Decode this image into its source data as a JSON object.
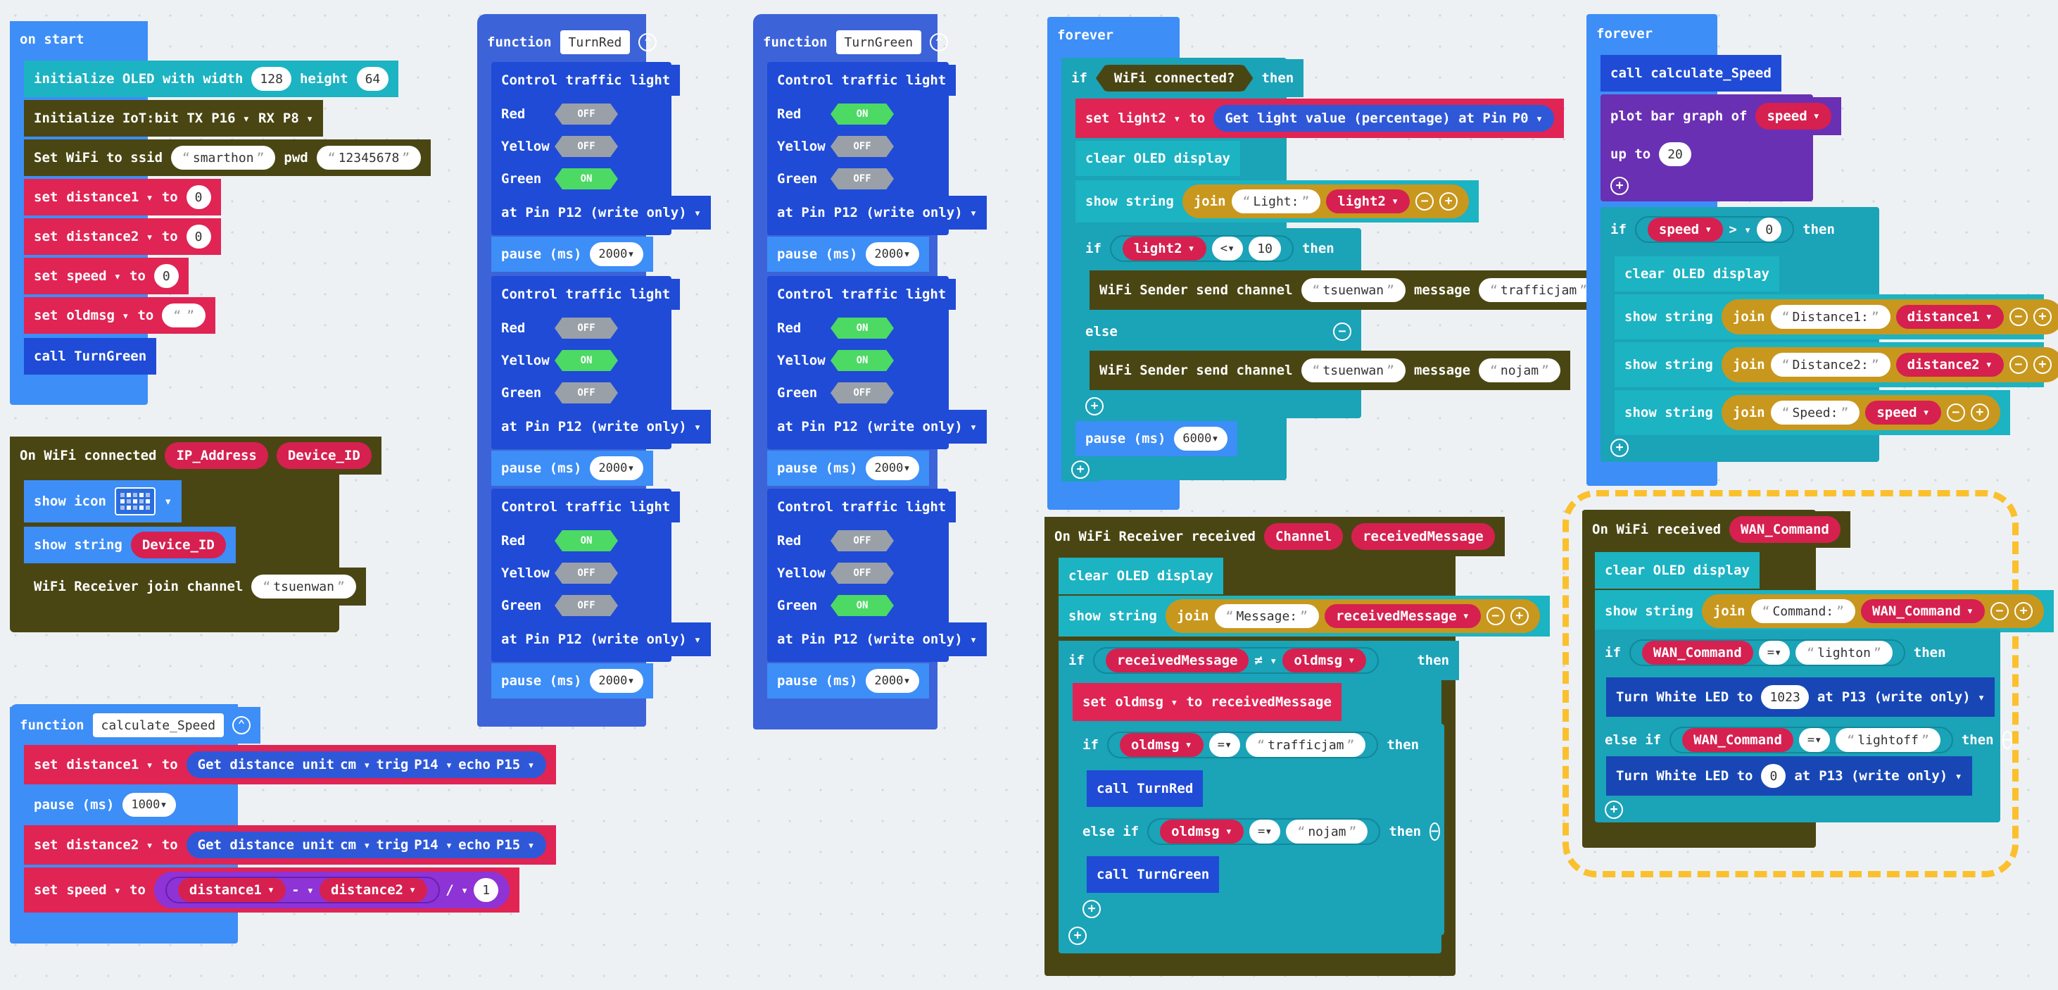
{
  "colors": {
    "event": "#3d8ef7",
    "oled": "#1cb3c2",
    "iot": "#4a4613",
    "varset": "#e02454",
    "variable": "#d62050",
    "functionblk": "#1f4bd6",
    "logic": "#1ba3b8",
    "text": "#c8971d",
    "math": "#8e33d6",
    "led": "#1847b5",
    "sensor": "#2f58d8",
    "graph": "#6a30b3",
    "highlight": "#fbc02d"
  },
  "common": {
    "set": "set",
    "to": "to",
    "if": "if",
    "then": "then",
    "else": "else",
    "else_if": "else if",
    "join": "join",
    "show_string": "show string",
    "clear_oled": "clear OLED display",
    "call": "call",
    "pause": "pause (ms)",
    "plus": "+",
    "minus": "−",
    "at_pin": "at Pin",
    "pin_p12": "P12 (write only)",
    "control_traffic": "Control traffic light",
    "red": "Red",
    "yellow": "Yellow",
    "green": "Green",
    "on": "ON",
    "off": "OFF",
    "function": "function",
    "forever": "forever"
  },
  "on_start": {
    "header": "on start",
    "oled_init": {
      "text": "initialize OLED with width",
      "width": "128",
      "height_label": "height",
      "height": "64"
    },
    "iot_init": {
      "text": "Initialize IoT:bit TX",
      "tx": "P16",
      "rx_label": "RX",
      "rx": "P8"
    },
    "wifi": {
      "text": "Set WiFi to ssid",
      "ssid": "smarthon",
      "pwd_label": "pwd",
      "pwd": "12345678"
    },
    "vars": [
      {
        "name": "distance1",
        "value": "0"
      },
      {
        "name": "distance2",
        "value": "0"
      },
      {
        "name": "speed",
        "value": "0"
      },
      {
        "name": "oldmsg",
        "value": ""
      }
    ],
    "call": "call TurnGreen"
  },
  "wifi_connected": {
    "header": "On WiFi connected",
    "arg1": "IP_Address",
    "arg2": "Device_ID",
    "show_icon": "show icon",
    "show_string": "show string",
    "var": "Device_ID",
    "join": "WiFi Receiver join channel",
    "channel": "tsuenwan"
  },
  "calc_speed": {
    "name": "calculate_Speed",
    "get_distance": "Get distance unit",
    "unit": "cm",
    "trig": "trig",
    "trig_pin": "P14",
    "echo": "echo",
    "echo_pin": "P15",
    "pause_value": "1000",
    "d1": "distance1",
    "d2": "distance2",
    "speed": "speed",
    "op_minus": "-",
    "op_div": "/",
    "divisor": "1"
  },
  "turn_red": {
    "name": "TurnRed",
    "lights": [
      [
        "OFF",
        "OFF",
        "ON"
      ],
      [
        "OFF",
        "ON",
        "OFF"
      ],
      [
        "ON",
        "OFF",
        "OFF"
      ]
    ],
    "pause": "2000"
  },
  "turn_green": {
    "name": "TurnGreen",
    "lights": [
      [
        "ON",
        "OFF",
        "OFF"
      ],
      [
        "ON",
        "ON",
        "OFF"
      ],
      [
        "OFF",
        "OFF",
        "ON"
      ]
    ],
    "pause": "2000"
  },
  "forever1": {
    "cond": "WiFi connected?",
    "var": "light2",
    "get_light": "Get light value (percentage) at Pin",
    "pin": "P0",
    "join_str": "Light:",
    "cmp": "<",
    "cmp_val": "10",
    "sender": "WiFi Sender send channel",
    "channel": "tsuenwan",
    "msg_label": "message",
    "msg1": "trafficjam",
    "msg2": "nojam",
    "pause_value": "6000"
  },
  "receiver": {
    "header": "On WiFi Receiver received",
    "arg1": "Channel",
    "arg2": "receivedMessage",
    "join_str": "Message:",
    "ne": "≠",
    "oldmsg": "oldmsg",
    "eq": "=",
    "val1": "trafficjam",
    "val2": "nojam",
    "call_red": "call TurnRed",
    "call_green": "call TurnGreen"
  },
  "forever2": {
    "call": "call calculate_Speed",
    "plot": "plot bar graph of",
    "var": "speed",
    "up_to": "up to",
    "max": "20",
    "gt": ">",
    "zero": "0",
    "s1": "Distance1:",
    "d1": "distance1",
    "s2": "Distance2:",
    "d2": "distance2",
    "s3": "Speed:"
  },
  "wan": {
    "header": "On WiFi received",
    "arg": "WAN_Command",
    "join_str": "Command:",
    "eq": "=",
    "on_val": "lighton",
    "off_val": "lightoff",
    "turn_led": "Turn White LED to",
    "v_on": "1023",
    "v_off": "0",
    "at": "at",
    "pin": "P13 (write only)"
  }
}
